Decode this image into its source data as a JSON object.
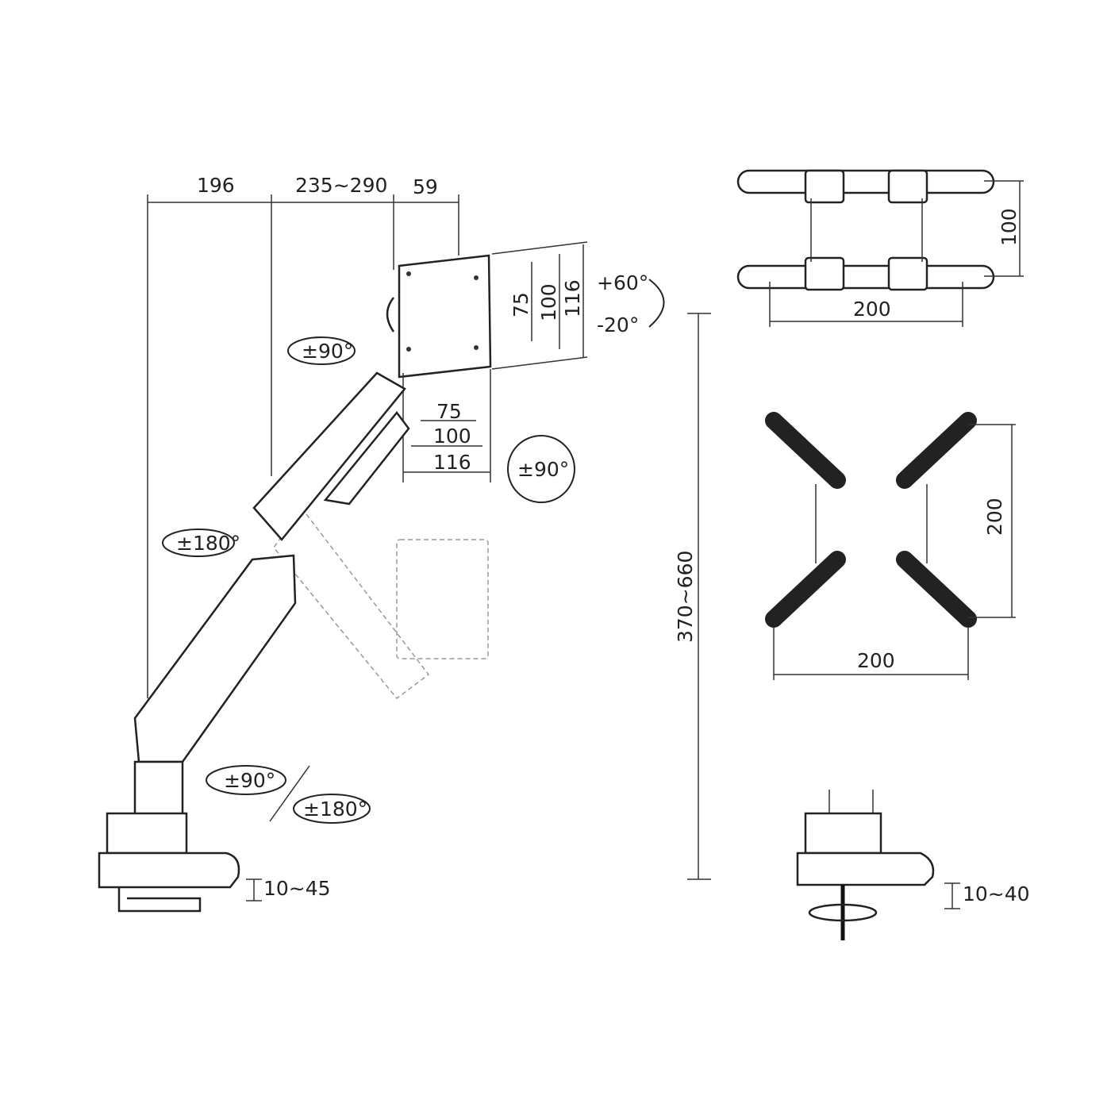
{
  "dimensions": {
    "top": [
      "196",
      "235~290",
      "59"
    ],
    "tilt_up": "+60°",
    "tilt_down": "-20°",
    "vesa_vertical": [
      "75",
      "100",
      "116"
    ],
    "vesa_horizontal": [
      "75",
      "100",
      "116"
    ],
    "rotation_head": "±90°",
    "rotation_screen": "±90°",
    "rotation_elbow": "±180°",
    "rotation_base_arm": "±90°",
    "rotation_base": "±180°",
    "height_range": "370~660",
    "clamp_thickness": "10~45",
    "grommet_thickness": "10~40",
    "adapter_small_height": "100",
    "adapter_small_width": "200",
    "adapter_large_height": "200",
    "adapter_large_width": "200"
  },
  "colors": {
    "line": "#222222",
    "ghost": "#999999"
  }
}
